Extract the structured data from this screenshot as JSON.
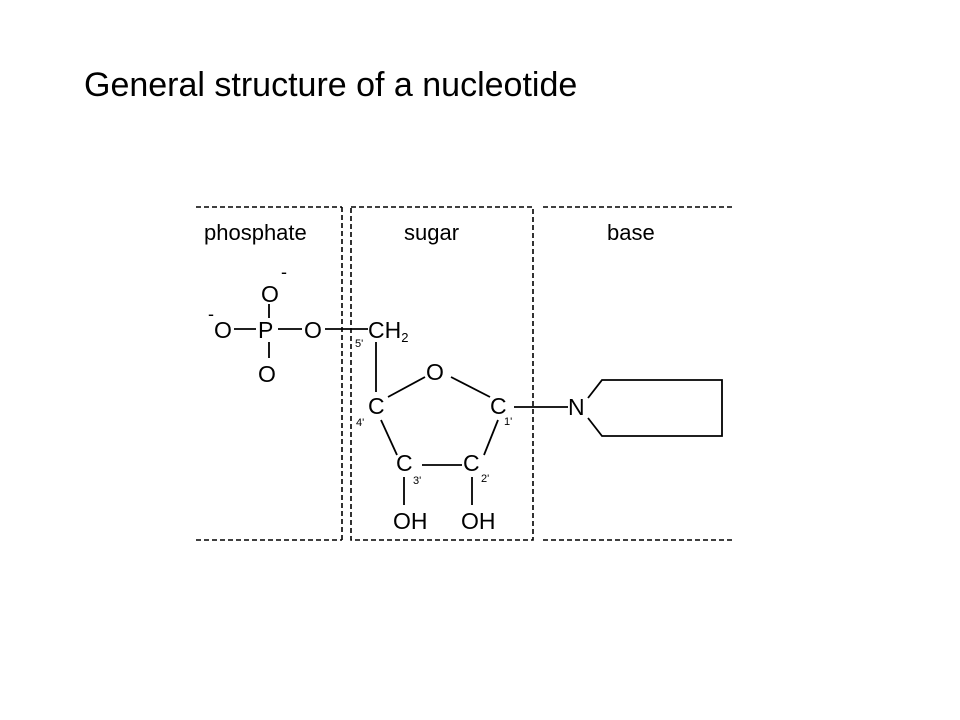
{
  "title": "General structure of a nucleotide",
  "sections": {
    "phosphate": "phosphate",
    "sugar": "sugar",
    "base": "base"
  },
  "atoms": {
    "o_top": "O",
    "o_left": "O",
    "p": "P",
    "o_right": "O",
    "o_bottom": "O",
    "ch2": "CH",
    "ch2_sub": "2",
    "ring_o": "O",
    "c4": "C",
    "c1": "C",
    "c3": "C",
    "c2": "C",
    "oh3": "OH",
    "oh2": "OH",
    "n": "N"
  },
  "charges": {
    "top": "-",
    "left": "-"
  },
  "positions": {
    "p5": "5'",
    "p4": "4'",
    "p3": "3'",
    "p2": "2'",
    "p1": "1'"
  }
}
